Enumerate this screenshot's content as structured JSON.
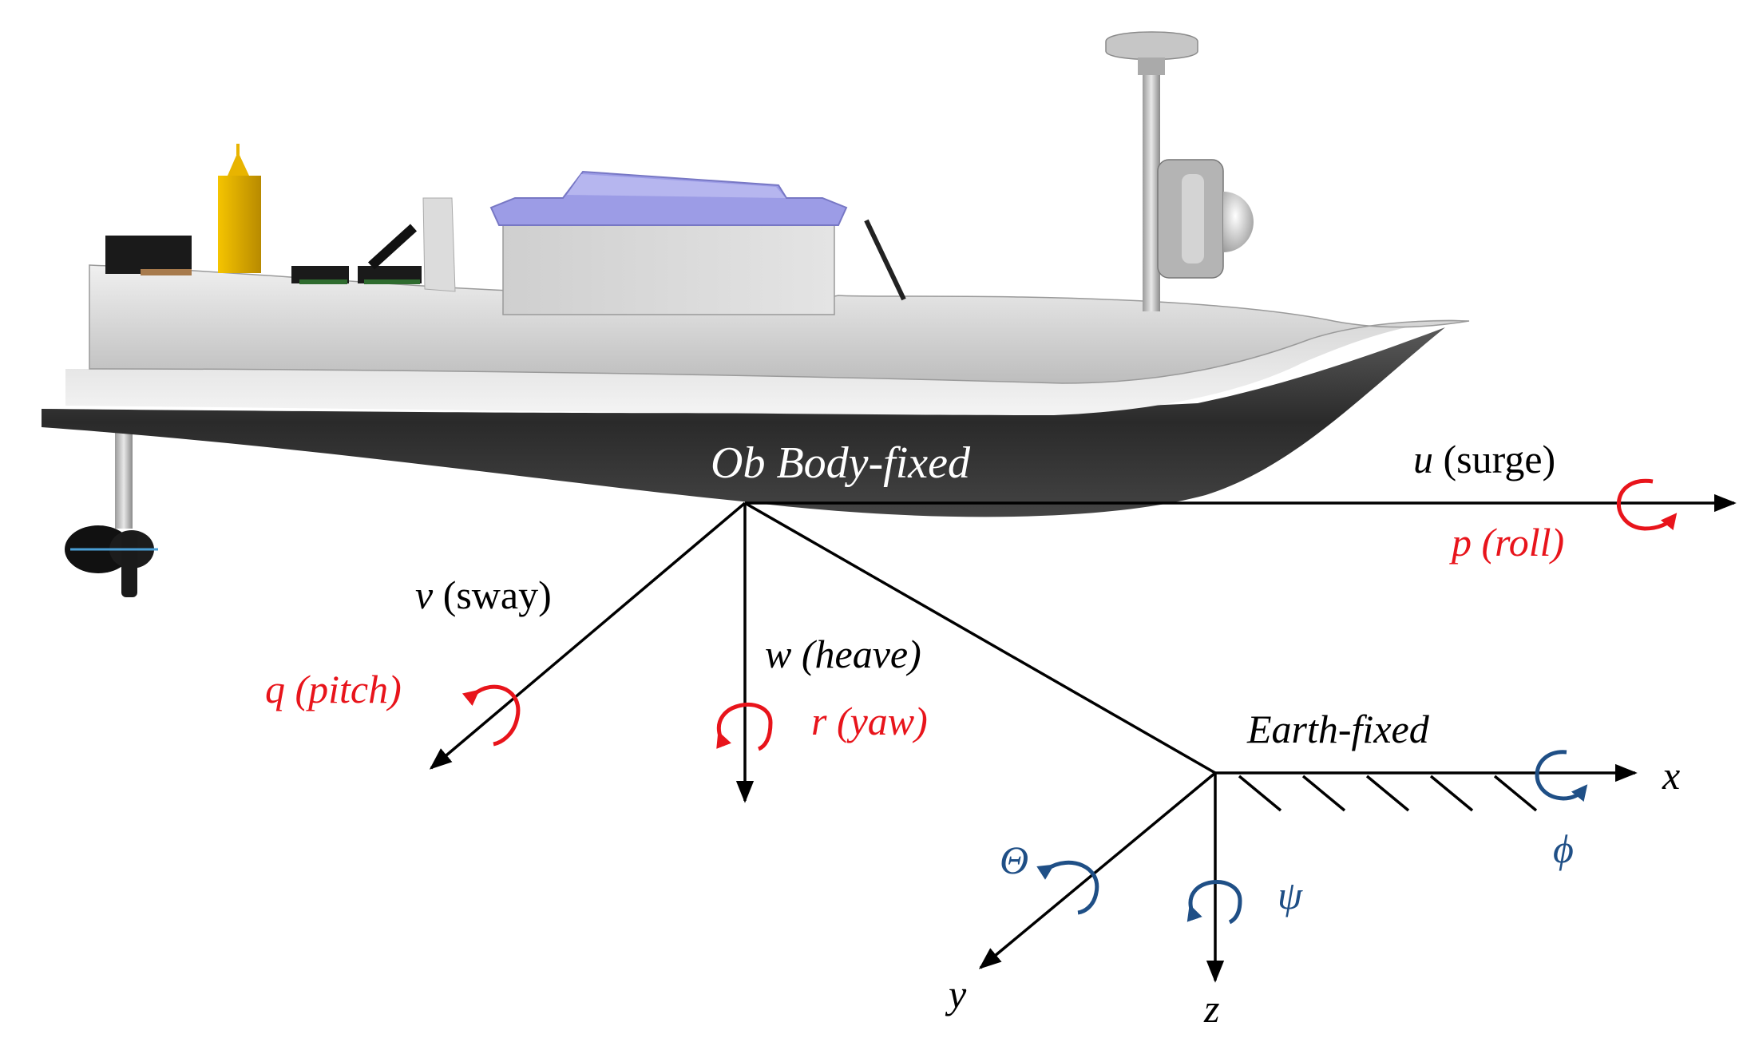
{
  "colors": {
    "axis": "#000000",
    "body_rotation": "#e8141b",
    "earth_rotation": "#1f4f86",
    "origin_label": "#ffffff",
    "hull_dark": "#2a2a2a",
    "hull_light": "#d4d4d4",
    "cabin_roof": "#9c9ce6",
    "mast_yellow": "#e8b400"
  },
  "icons": {
    "boat": "usv-boat-model",
    "rotation": "curved-rotation-arrow"
  },
  "body_frame": {
    "origin_label": "Ob Body-fixed",
    "surge": {
      "symbol": "u",
      "name": "(surge)"
    },
    "roll": {
      "symbol": "p",
      "name": "(roll)"
    },
    "sway": {
      "symbol": "v",
      "name": "(sway)"
    },
    "pitch": {
      "symbol": "q",
      "name": "(pitch)"
    },
    "heave": {
      "symbol": "w",
      "name": "(heave)"
    },
    "yaw": {
      "symbol": "r",
      "name": "(yaw)"
    }
  },
  "earth_frame": {
    "title": "Earth-fixed",
    "x_label": "x",
    "y_label": "y",
    "z_label": "z",
    "theta_label": "Θ",
    "phi_label": "ϕ",
    "psi_label": "ψ"
  }
}
